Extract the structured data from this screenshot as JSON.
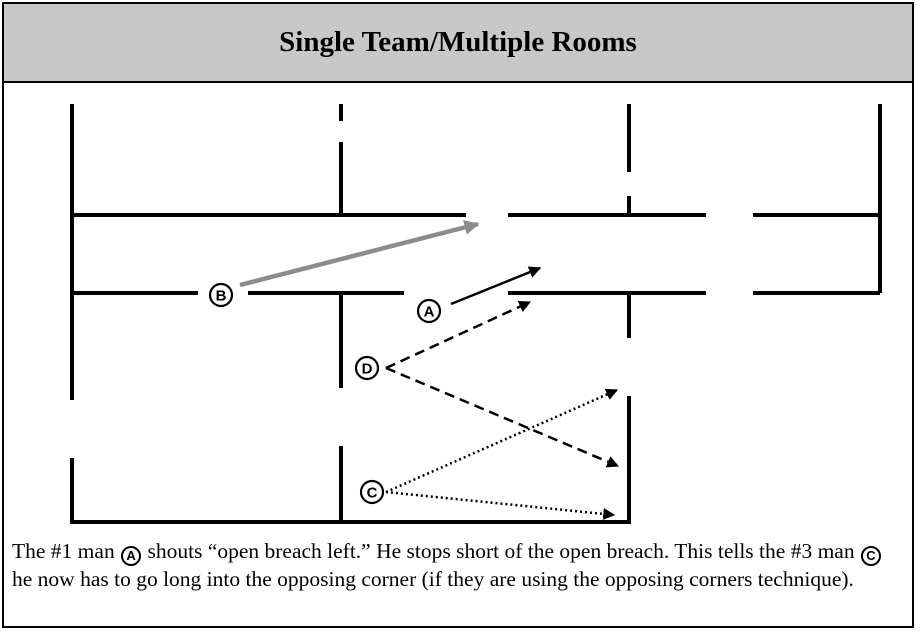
{
  "title": "Single Team/Multiple Rooms",
  "markers": {
    "a": "A",
    "b": "B",
    "c": "C",
    "d": "D"
  },
  "caption": {
    "part1": "The #1 man ",
    "part2": " shouts “open breach left.” He stops short of the open breach. This tells the #3 man ",
    "part3": " he now has to go long into the opposing corner (if they are using the opposing corners technique)."
  },
  "colors": {
    "header_bg": "#c8c8c8",
    "arrow_b": "#8c8c8c",
    "ink": "#000000"
  }
}
